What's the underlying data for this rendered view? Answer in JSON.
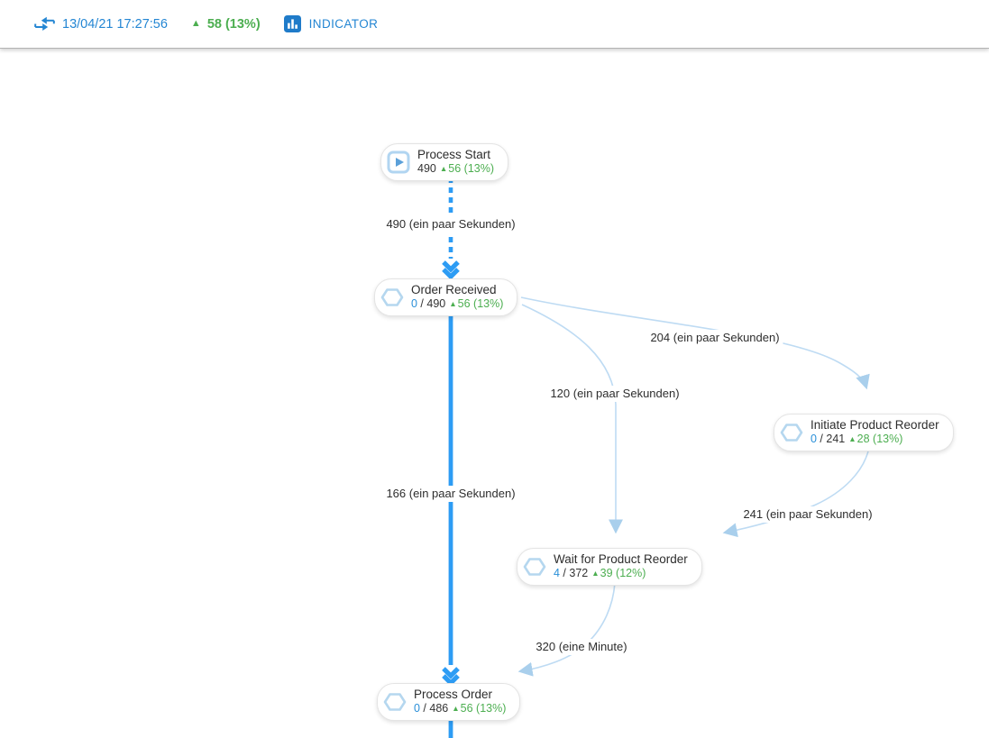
{
  "toolbar": {
    "timestamp": "13/04/21 17:27:56",
    "trend_arrow": "▲",
    "trend_value": "58 (13%)",
    "indicator_label": "INDICATOR"
  },
  "colors": {
    "accent_blue": "#2d9cf4",
    "light_edge_blue": "#bedbf3",
    "edge_arrow_fill": "#a9cfec",
    "toolbar_blue": "#2486d3",
    "indicator_icon_bg": "#1f7bc9",
    "stat_blue": "#2a8fd8",
    "green": "#4cae50"
  },
  "diagram": {
    "nodes": [
      {
        "id": "process-start",
        "title": "Process Start",
        "icon": "play-icon",
        "active": "",
        "slash": "",
        "total": "490",
        "arrow": "▲",
        "delta": "56 (13%)"
      },
      {
        "id": "order-received",
        "title": "Order Received",
        "icon": "hexagon-icon",
        "active": "0",
        "slash": " / ",
        "total": "490",
        "arrow": "▲",
        "delta": "56 (13%)"
      },
      {
        "id": "initiate-product-reorder",
        "title": "Initiate Product Reorder",
        "icon": "hexagon-icon",
        "active": "0",
        "slash": " / ",
        "total": "241",
        "arrow": "▲",
        "delta": "28 (13%)"
      },
      {
        "id": "wait-for-product-reorder",
        "title": "Wait for Product Reorder",
        "icon": "hexagon-icon",
        "active": "4",
        "slash": " / ",
        "total": "372",
        "arrow": "▲",
        "delta": "39 (12%)"
      },
      {
        "id": "process-order",
        "title": "Process Order",
        "icon": "hexagon-icon",
        "active": "0",
        "slash": " / ",
        "total": "486",
        "arrow": "▲",
        "delta": "56 (13%)"
      }
    ],
    "edge_labels": [
      {
        "text": "490 (ein paar Sekunden)"
      },
      {
        "text": "204 (ein paar Sekunden)"
      },
      {
        "text": "120 (ein paar Sekunden)"
      },
      {
        "text": "166 (ein paar Sekunden)"
      },
      {
        "text": "241 (ein paar Sekunden)"
      },
      {
        "text": "320 (eine Minute)"
      }
    ]
  }
}
